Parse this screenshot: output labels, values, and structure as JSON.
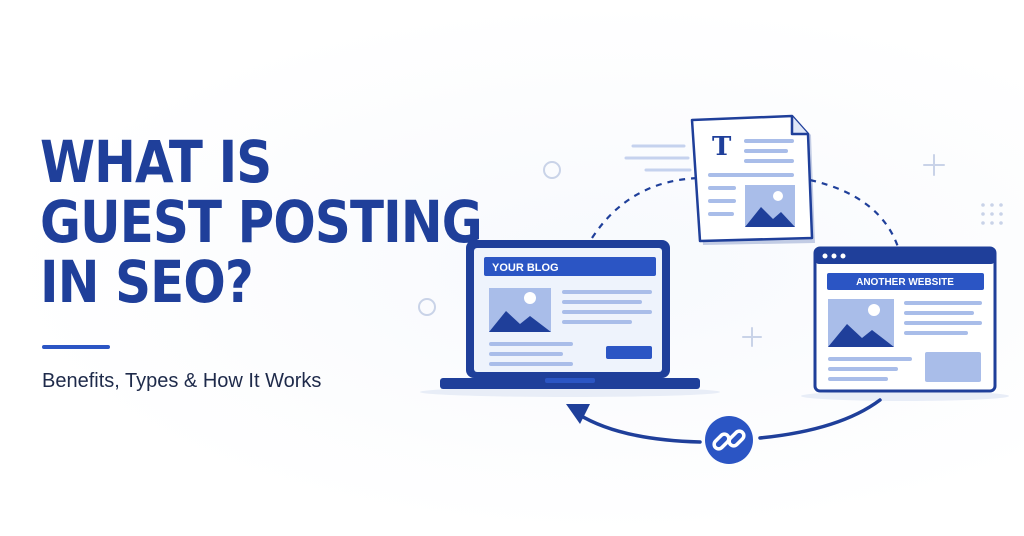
{
  "title_lines": [
    "WHAT IS",
    "GUEST POSTING",
    "IN SEO?"
  ],
  "subtitle": "Benefits, Types & How It Works",
  "laptop": {
    "header_label": "YOUR BLOG"
  },
  "document": {
    "letter": "T"
  },
  "website": {
    "header_label": "ANOTHER WEBSITE"
  },
  "icons": [
    "text-document-icon",
    "image-placeholder-icon",
    "link-icon",
    "plus-sparkle-icon",
    "circle-decoration-icon",
    "dot-grid-icon"
  ],
  "colors": {
    "primary": "#1f3f9a",
    "accent": "#2b55c4",
    "light": "#a9bde9",
    "screen": "#eef3fc"
  }
}
